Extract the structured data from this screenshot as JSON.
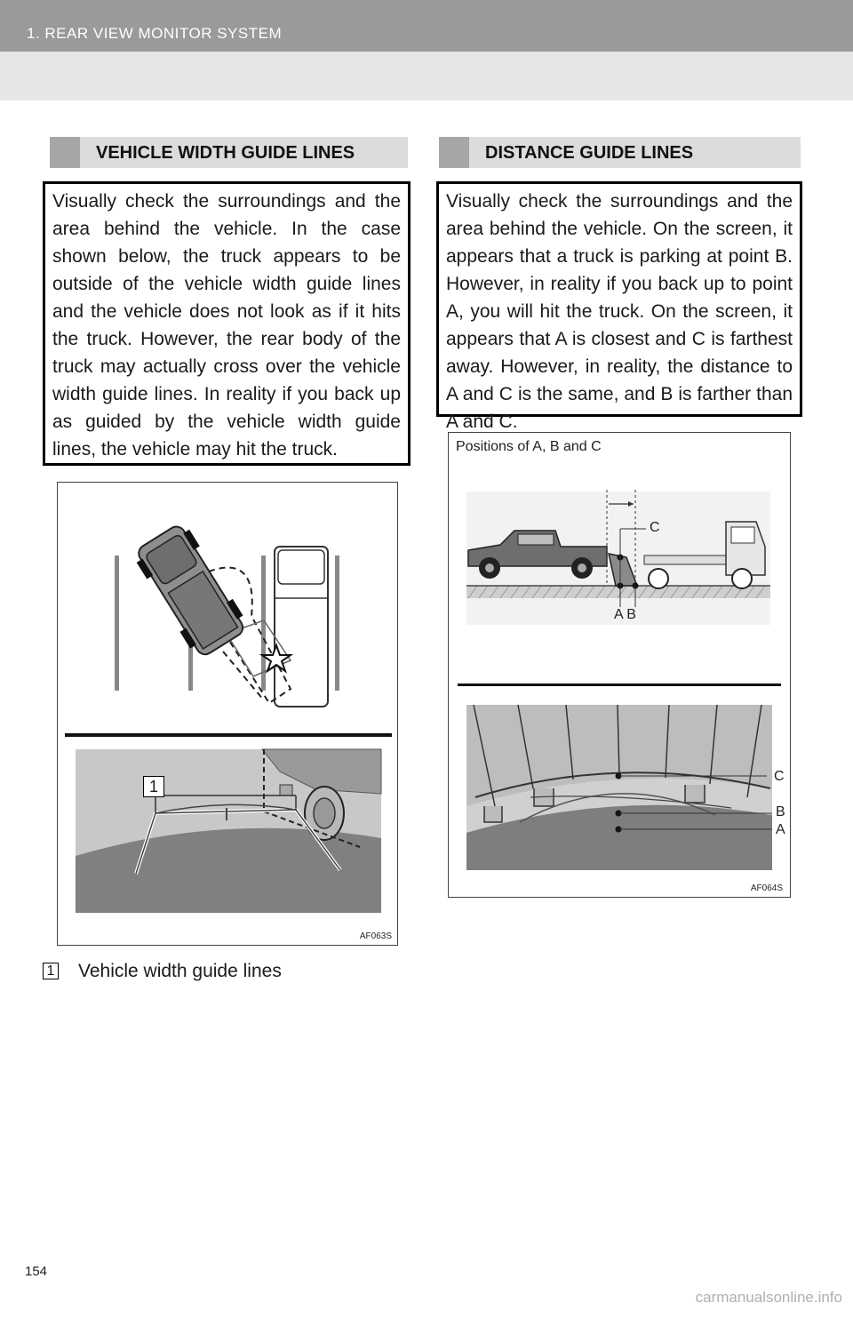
{
  "header": {
    "title": "1. REAR VIEW MONITOR SYSTEM"
  },
  "left_section": {
    "heading": "VEHICLE WIDTH GUIDE LINES",
    "body": "Visually check the surroundings and the area behind the vehicle. In the case shown below, the truck appears to be outside of the vehicle width guide lines and the vehicle does not look as if it hits the truck. However, the rear body of the truck may actually cross over the vehicle width guide lines. In reality if you back up as guided by the vehicle width guide lines, the vehicle may hit the truck.",
    "figure": {
      "callout": "1",
      "code": "AF063S"
    },
    "legend": {
      "number": "1",
      "text": "Vehicle width guide lines"
    }
  },
  "right_section": {
    "heading": "DISTANCE GUIDE LINES",
    "body": "Visually check the surroundings and the area behind the vehicle. On the screen, it appears that a truck is parking at point B. However, in reality if you back up to point A, you will hit the truck. On the screen, it appears that A is closest and C is farthest away. However, in reality, the distance to A and C is the same, and B is farther than A and C.",
    "figure": {
      "title": "Positions of A, B and C",
      "top_labels": {
        "c": "C",
        "ab": "A B"
      },
      "bottom_labels": {
        "c": "C",
        "b": "B",
        "a": "A"
      },
      "code": "AF064S"
    }
  },
  "footer": {
    "page_number": "154",
    "watermark": "carmanualsonline.info"
  }
}
